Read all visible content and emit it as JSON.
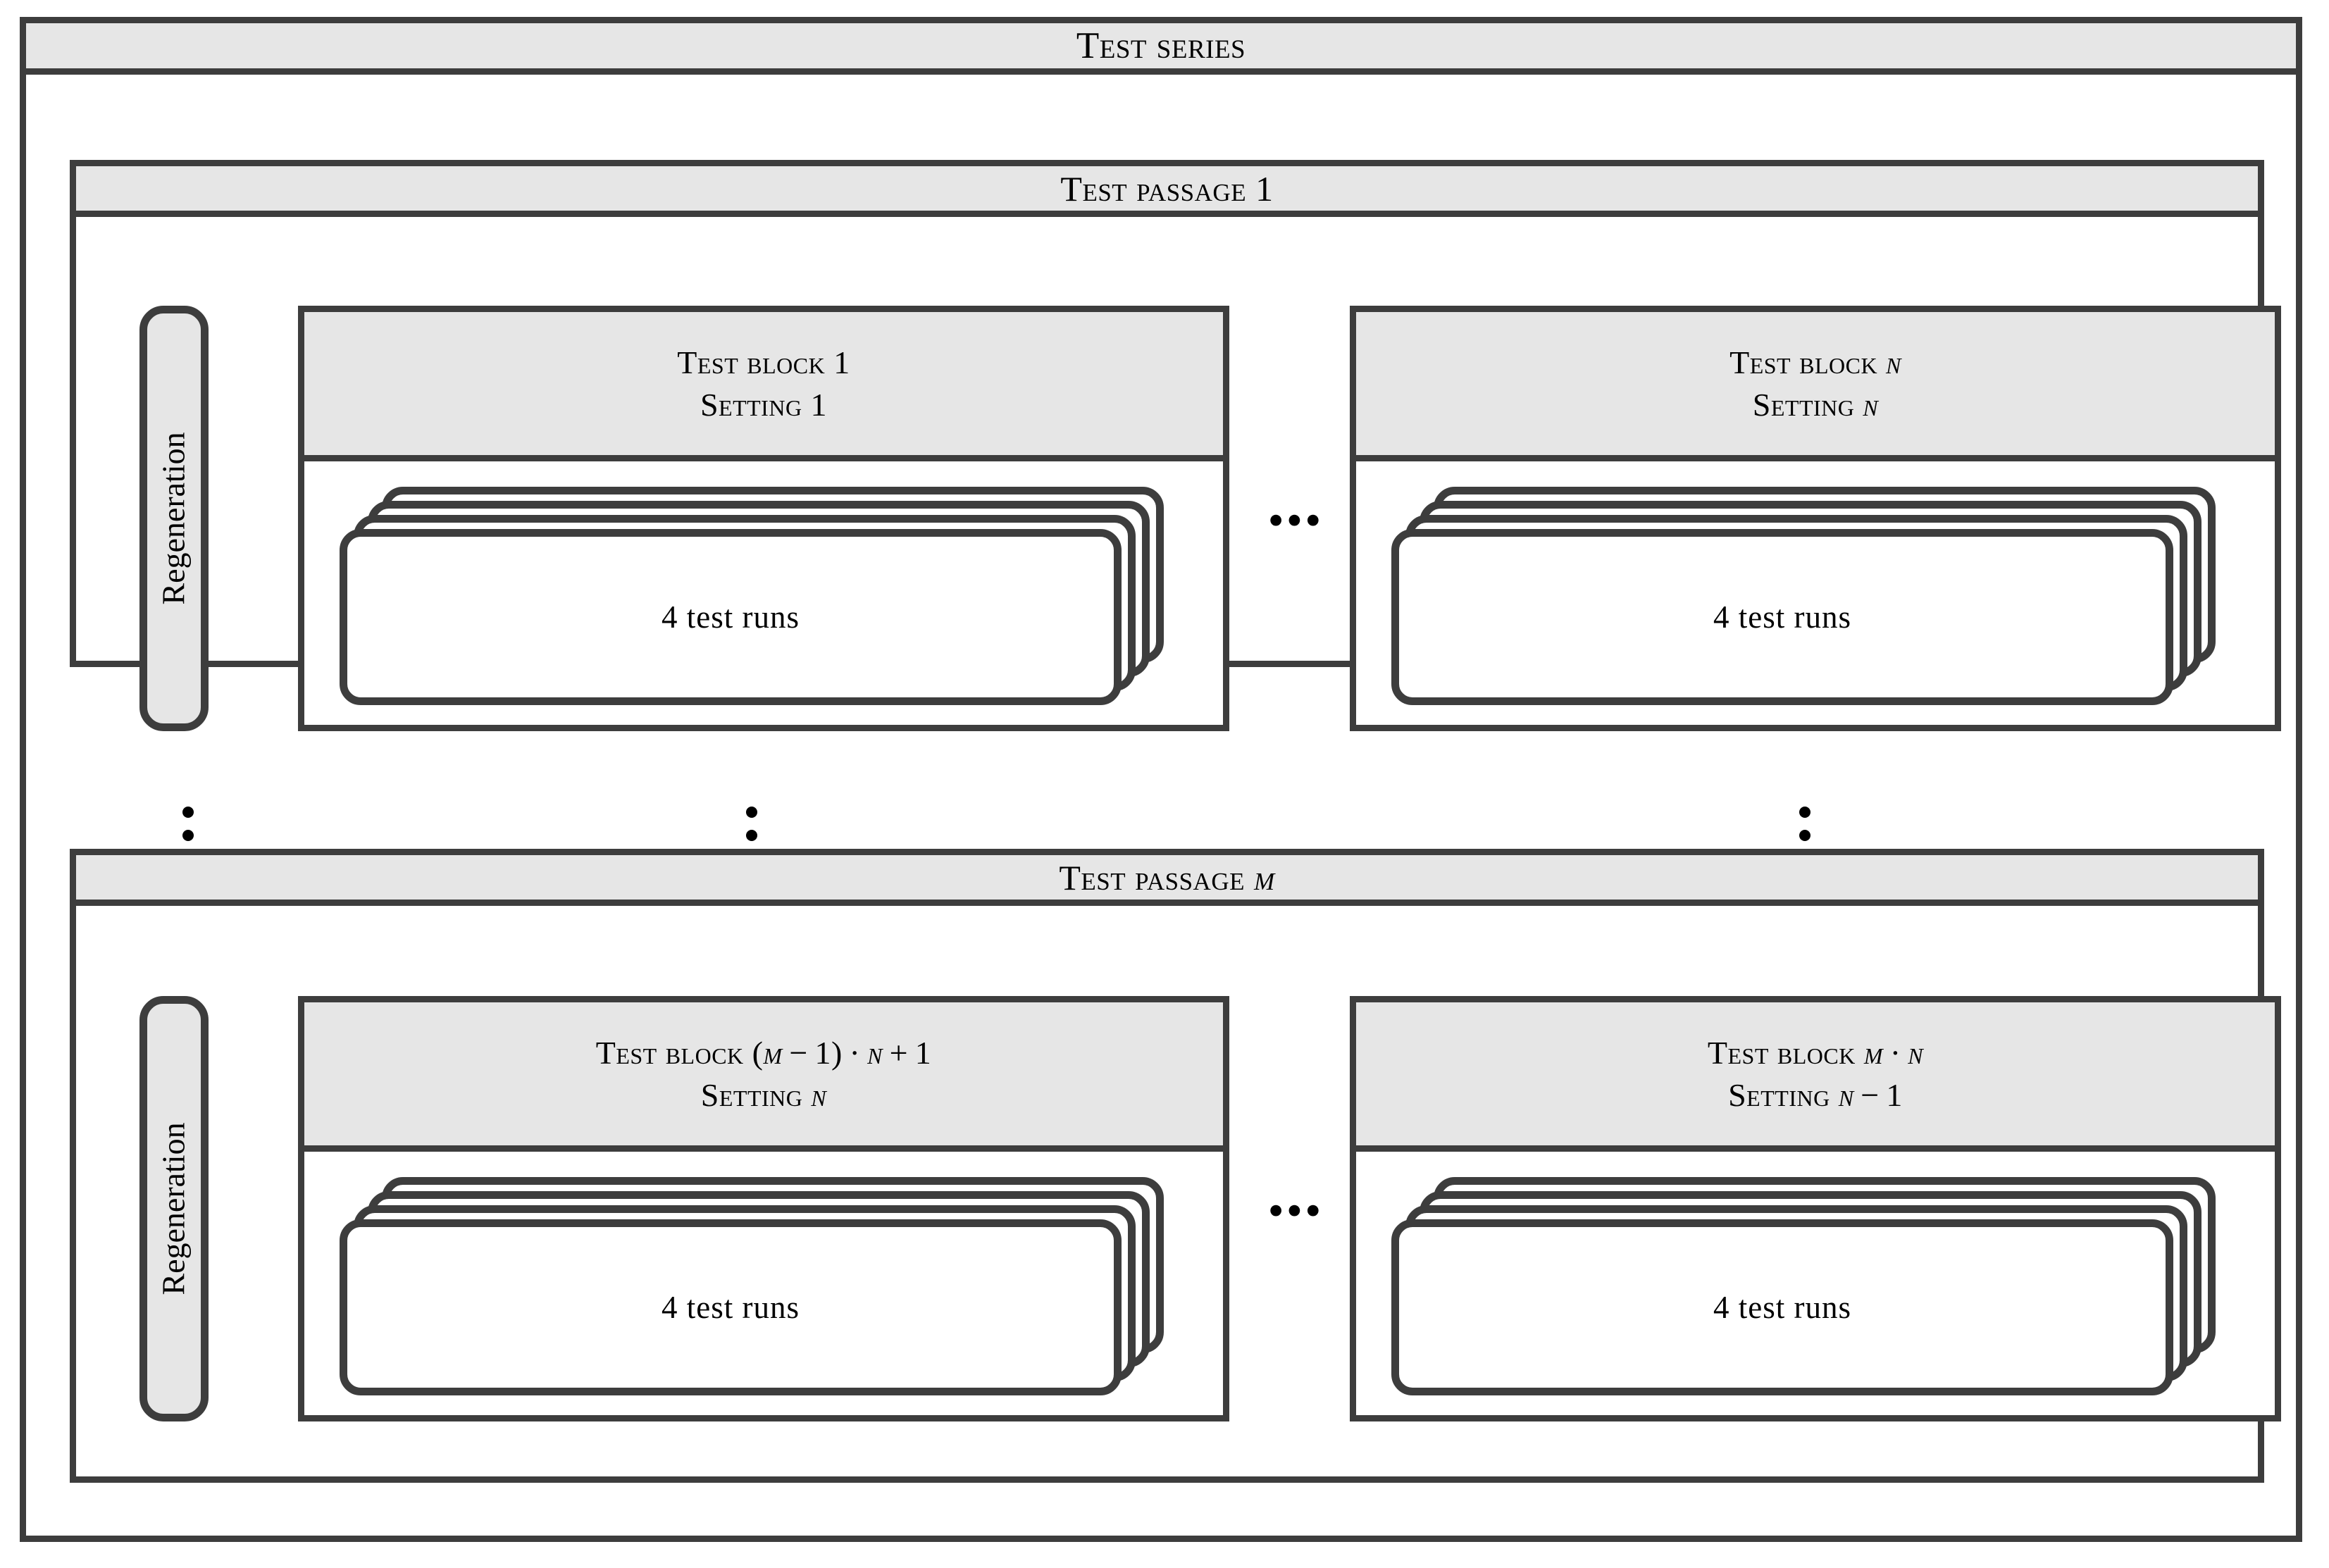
{
  "diagram": {
    "title": "Test series",
    "colors": {
      "stroke": "#3d3d3d",
      "header_fill": "#e6e6e6",
      "body_fill": "#ffffff",
      "text": "#000000"
    },
    "regeneration_label": "Regeneration",
    "block_ellipsis": "•••",
    "passages": [
      {
        "title": "Test passage 1",
        "regeneration": "Regeneration",
        "blocks": [
          {
            "block_title": "Test block 1",
            "setting_title": "Setting 1",
            "runs_label": "4  test  runs",
            "runs_count": 4,
            "card_count": 4
          },
          {
            "block_title": "Test block n",
            "setting_title": "Setting n",
            "runs_label": "4  test  runs",
            "runs_count": 4,
            "card_count": 4
          }
        ]
      },
      {
        "title": "Test passage m",
        "regeneration": "Regeneration",
        "blocks": [
          {
            "block_title": "Test block (m − 1) · n + 1",
            "setting_title": "Setting n",
            "runs_label": "4  test  runs",
            "runs_count": 4,
            "card_count": 4
          },
          {
            "block_title": "Test block m · n",
            "setting_title": "Setting n − 1",
            "runs_label": "4  test  runs",
            "runs_count": 4,
            "card_count": 4
          }
        ]
      }
    ],
    "vertical_ellipsis_count": 3,
    "vertical_ellipsis_positions": [
      "left",
      "middle",
      "right"
    ]
  }
}
